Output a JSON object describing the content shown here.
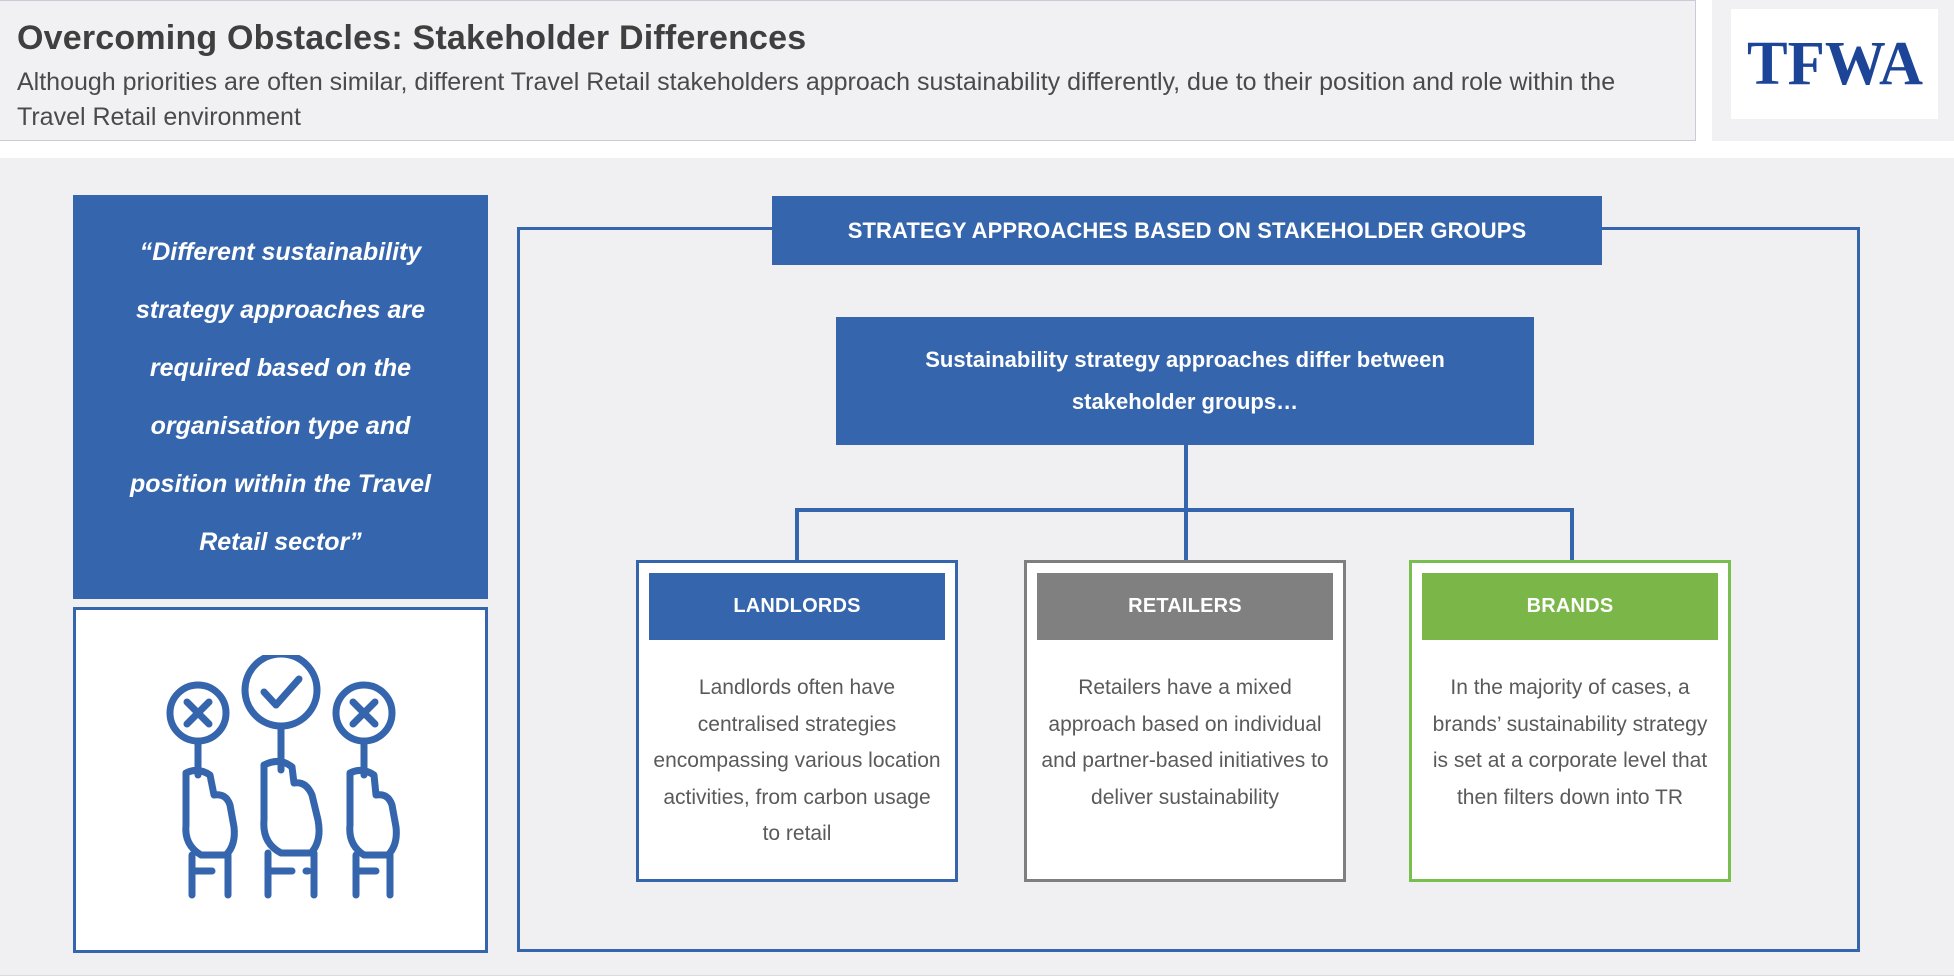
{
  "header": {
    "title": "Overcoming Obstacles: Stakeholder Differences",
    "subtitle": "Although priorities are often similar, different Travel Retail stakeholders approach sustainability differently, due to their position and role within the Travel Retail environment"
  },
  "logo": {
    "text": "TFWA"
  },
  "quote": {
    "text": "“Different sustainability strategy approaches are required based on the organisation type and position within the Travel Retail sector”"
  },
  "diagram": {
    "banner": "STRATEGY APPROACHES BASED ON STAKEHOLDER GROUPS",
    "central": "Sustainability strategy approaches differ between stakeholder groups…",
    "groups": [
      {
        "title": "LANDLORDS",
        "text": "Landlords often have centralised strategies encompassing various location activities, from carbon usage to retail"
      },
      {
        "title": "RETAILERS",
        "text": "Retailers have a mixed approach based on individual and partner-based initiatives to deliver sustainability"
      },
      {
        "title": "BRANDS",
        "text": "In the majority of cases, a brands’ sustainability strategy is set at a corporate level that then filters down into TR"
      }
    ]
  },
  "colors": {
    "primary_blue": "#3565ad",
    "retailers_grey": "#808080",
    "brands_green": "#7ab648",
    "logo_blue": "#1d4597"
  }
}
